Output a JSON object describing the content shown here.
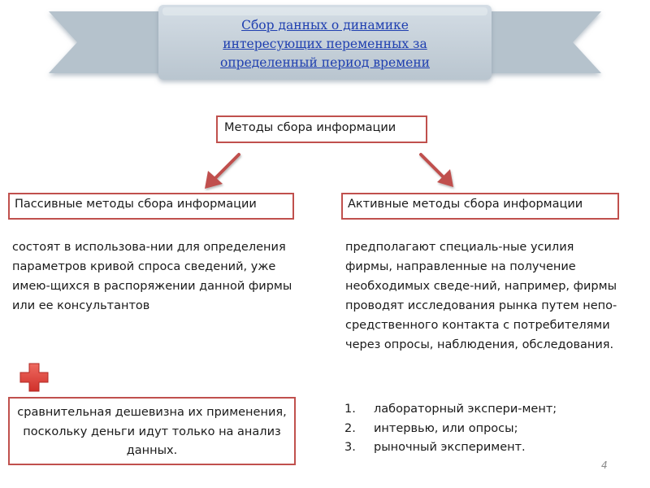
{
  "banner": {
    "lines": [
      "Сбор данных о динамике",
      "интересующих переменных за",
      "определенный период времени"
    ]
  },
  "methods_box": {
    "text": "Методы сбора информации"
  },
  "passive": {
    "title": "Пассивные методы сбора информации",
    "description": "состоят в использова-нии для определения параметров кривой спроса сведений, уже имею-щихся в распоряжении данной фирмы или ее консультантов"
  },
  "active": {
    "title": "Активные методы сбора информации",
    "description": "предполагают специаль-ные усилия фирмы, направленные на получение необходимых сведе-ний, например, фирмы проводят исследования рынка путем непо-средственного контакта с потребителями через опросы, наблюдения, обследования."
  },
  "advantage": {
    "text": "сравнительная дешевизна их применения, поскольку деньги идут только на анализ данных."
  },
  "active_list": [
    {
      "num": "1.",
      "text": "лабораторный экспери-мент;"
    },
    {
      "num": "2.",
      "text": "интервью, или опросы;"
    },
    {
      "num": "3.",
      "text": "рыночный эксперимент."
    }
  ],
  "page_number": "4",
  "colors": {
    "banner_fill": "#c9d3dc",
    "title_text": "#1f3fb0",
    "box_border": "#c0504d",
    "arrow": "#c0504d",
    "plus": "#e0403a"
  },
  "icons": {
    "plus": "plus-icon",
    "arrows": "arrow-down-left-icon, arrow-down-right-icon"
  }
}
